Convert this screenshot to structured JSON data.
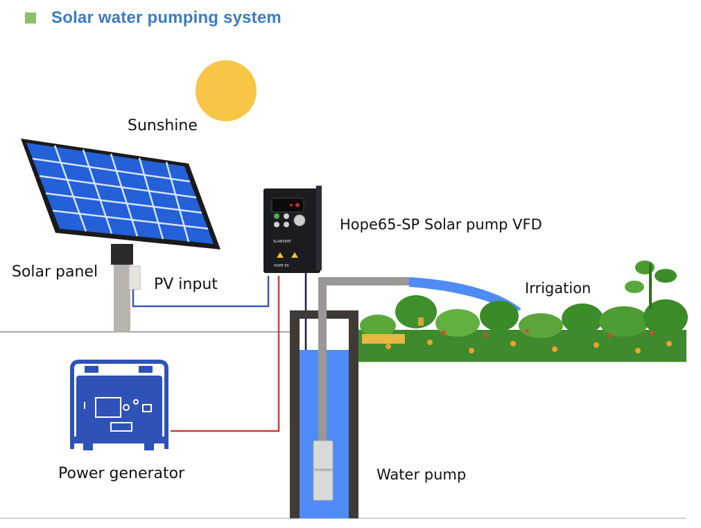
{
  "title": "Solar water pumping system",
  "labels": {
    "sunshine": "Sunshine",
    "solar_panel": "Solar panel",
    "pv_input": "PV input",
    "vfd": "Hope65-SP Solar pump VFD",
    "irrigation": "Irrigation",
    "generator": "Power generator",
    "water_pump": "Water pump"
  },
  "device": {
    "brand": "SLANVERT",
    "model": "HOPE 65"
  },
  "colors": {
    "title": "#3b7cc4",
    "title_marker": "#8cc06a",
    "sun": "#f8c545",
    "panel_cell": "#1f5fd4",
    "panel_frame": "#1a1a1a",
    "pv_wire": "#3a58b8",
    "generator_wire": "#d93636",
    "generator": "#2f52b8",
    "water": "#4f8bf5",
    "pipe": "#9b9796",
    "ground_line": "#8c8c8c",
    "vfd_body": "#1a1c20"
  }
}
